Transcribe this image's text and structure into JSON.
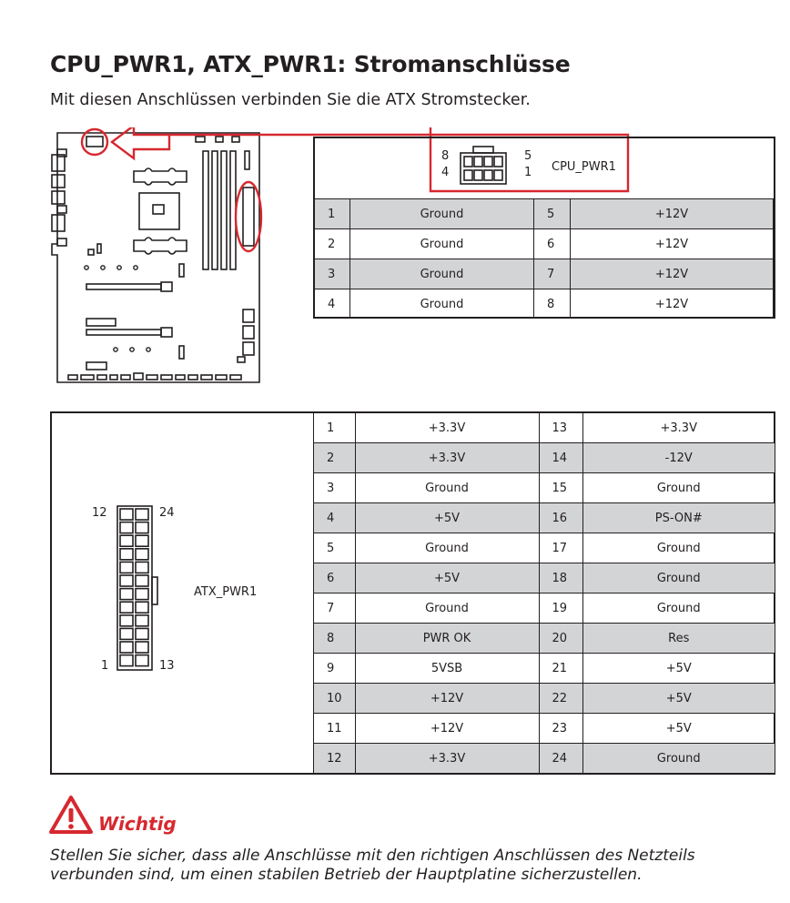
{
  "page": {
    "title": "CPU_PWR1, ATX_PWR1: Stromanschlüsse",
    "subtitle": "Mit diesen Anschlüssen verbinden Sie die ATX Stromstecker."
  },
  "cpu_pwr1": {
    "connector_label": "CPU_PWR1",
    "pin_labels": {
      "top_left": "8",
      "bottom_left": "4",
      "top_right": "5",
      "bottom_right": "1"
    },
    "rows": [
      {
        "pin_a": "1",
        "signal_a": "Ground",
        "pin_b": "5",
        "signal_b": "+12V",
        "shaded": true
      },
      {
        "pin_a": "2",
        "signal_a": "Ground",
        "pin_b": "6",
        "signal_b": "+12V",
        "shaded": false
      },
      {
        "pin_a": "3",
        "signal_a": "Ground",
        "pin_b": "7",
        "signal_b": "+12V",
        "shaded": true
      },
      {
        "pin_a": "4",
        "signal_a": "Ground",
        "pin_b": "8",
        "signal_b": "+12V",
        "shaded": false
      }
    ]
  },
  "atx_pwr1": {
    "connector_label": "ATX_PWR1",
    "pin_labels": {
      "top_left": "12",
      "top_right": "24",
      "bottom_left": "1",
      "bottom_right": "13"
    },
    "rows": [
      {
        "pin_a": "1",
        "signal_a": "+3.3V",
        "pin_b": "13",
        "signal_b": "+3.3V",
        "shaded": false
      },
      {
        "pin_a": "2",
        "signal_a": "+3.3V",
        "pin_b": "14",
        "signal_b": "-12V",
        "shaded": true
      },
      {
        "pin_a": "3",
        "signal_a": "Ground",
        "pin_b": "15",
        "signal_b": "Ground",
        "shaded": false
      },
      {
        "pin_a": "4",
        "signal_a": "+5V",
        "pin_b": "16",
        "signal_b": "PS-ON#",
        "shaded": true
      },
      {
        "pin_a": "5",
        "signal_a": "Ground",
        "pin_b": "17",
        "signal_b": "Ground",
        "shaded": false
      },
      {
        "pin_a": "6",
        "signal_a": "+5V",
        "pin_b": "18",
        "signal_b": "Ground",
        "shaded": true
      },
      {
        "pin_a": "7",
        "signal_a": "Ground",
        "pin_b": "19",
        "signal_b": "Ground",
        "shaded": false
      },
      {
        "pin_a": "8",
        "signal_a": "PWR OK",
        "pin_b": "20",
        "signal_b": "Res",
        "shaded": true
      },
      {
        "pin_a": "9",
        "signal_a": "5VSB",
        "pin_b": "21",
        "signal_b": "+5V",
        "shaded": false
      },
      {
        "pin_a": "10",
        "signal_a": "+12V",
        "pin_b": "22",
        "signal_b": "+5V",
        "shaded": true
      },
      {
        "pin_a": "11",
        "signal_a": "+12V",
        "pin_b": "23",
        "signal_b": "+5V",
        "shaded": false
      },
      {
        "pin_a": "12",
        "signal_a": "+3.3V",
        "pin_b": "24",
        "signal_b": "Ground",
        "shaded": true
      }
    ]
  },
  "important": {
    "icon": "warning-triangle-icon",
    "title": "Wichtig",
    "text": "Stellen Sie sicher, dass alle Anschlüsse mit den richtigen Anschlüssen des Netzteils verbunden sind, um einen stabilen Betrieb der Hauptplatine sicherzustellen."
  },
  "colors": {
    "highlight_red": "#d7282f",
    "row_shade": "#d3d4d6",
    "line": "#231f20"
  }
}
